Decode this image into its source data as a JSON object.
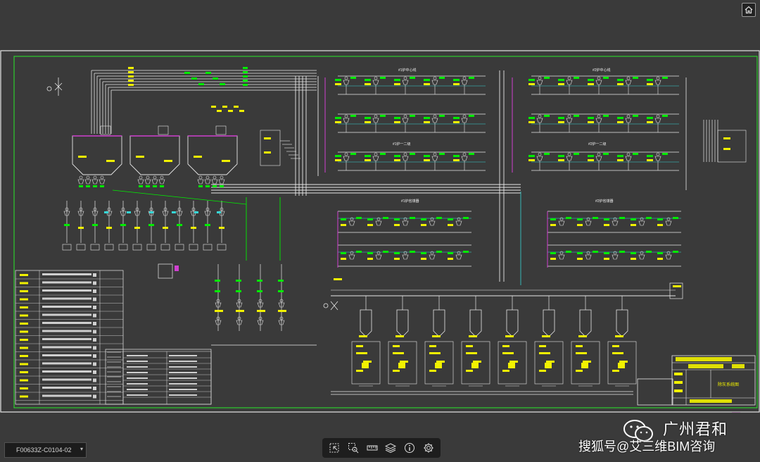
{
  "viewer": {
    "sheet_selector": {
      "value": "F00633Z-C0104-02"
    },
    "toolbar": {
      "tools": [
        {
          "icon": "box-select-icon"
        },
        {
          "icon": "box-zoom-icon"
        },
        {
          "icon": "measure-ruler-icon"
        },
        {
          "icon": "layers-icon"
        },
        {
          "icon": "info-icon"
        },
        {
          "icon": "settings-gear-icon"
        }
      ]
    },
    "home_button": {
      "icon": "home-icon"
    }
  },
  "drawing": {
    "sections": [
      {
        "label": "#1炉中心线"
      },
      {
        "label": "#2炉中心线"
      },
      {
        "label": "#1炉一二级"
      },
      {
        "label": "#2炉一二级"
      },
      {
        "label": "#1炉省煤器"
      },
      {
        "label": "#2炉省煤器"
      }
    ],
    "title_block": {
      "title": "除灰系统图"
    },
    "colors": {
      "frame": "#2ecc2e",
      "pipe_white": "#e8e8e8",
      "tag_yellow": "#f2f200",
      "tag_green": "#00ee00",
      "pipe_cyan": "#36d6d6",
      "pipe_magenta": "#d040d0",
      "background": "#3a3a3a"
    }
  },
  "watermark": {
    "brand": "广州君和",
    "source": "搜狐号@艾三维BIM咨询"
  }
}
